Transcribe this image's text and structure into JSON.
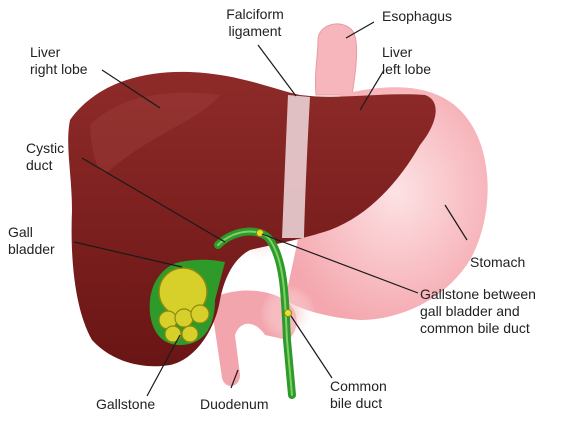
{
  "labels": {
    "falciform": [
      "Falciform",
      "ligament"
    ],
    "esophagus": [
      "Esophagus"
    ],
    "liver_right": [
      "Liver",
      "right lobe"
    ],
    "liver_left": [
      "Liver",
      "left lobe"
    ],
    "cystic": [
      "Cystic",
      "duct"
    ],
    "gall": [
      "Gall",
      "bladder"
    ],
    "stomach": [
      "Stomach"
    ],
    "gallstone_between": [
      "Gallstone between",
      "gall bladder and",
      "common bile duct"
    ],
    "gallstone": [
      "Gallstone"
    ],
    "duodenum": [
      "Duodenum"
    ],
    "common_bile": [
      "Common",
      "bile duct"
    ]
  },
  "colors": {
    "liver": "#7a1c1c",
    "liver_light": "#9a3a38",
    "stomach": "#f7b6bc",
    "ligament": "#e6c8cc",
    "bile_duct": "#2e9a2a",
    "gallstone": "#d8d02a",
    "leader": "#1a1a1a"
  }
}
